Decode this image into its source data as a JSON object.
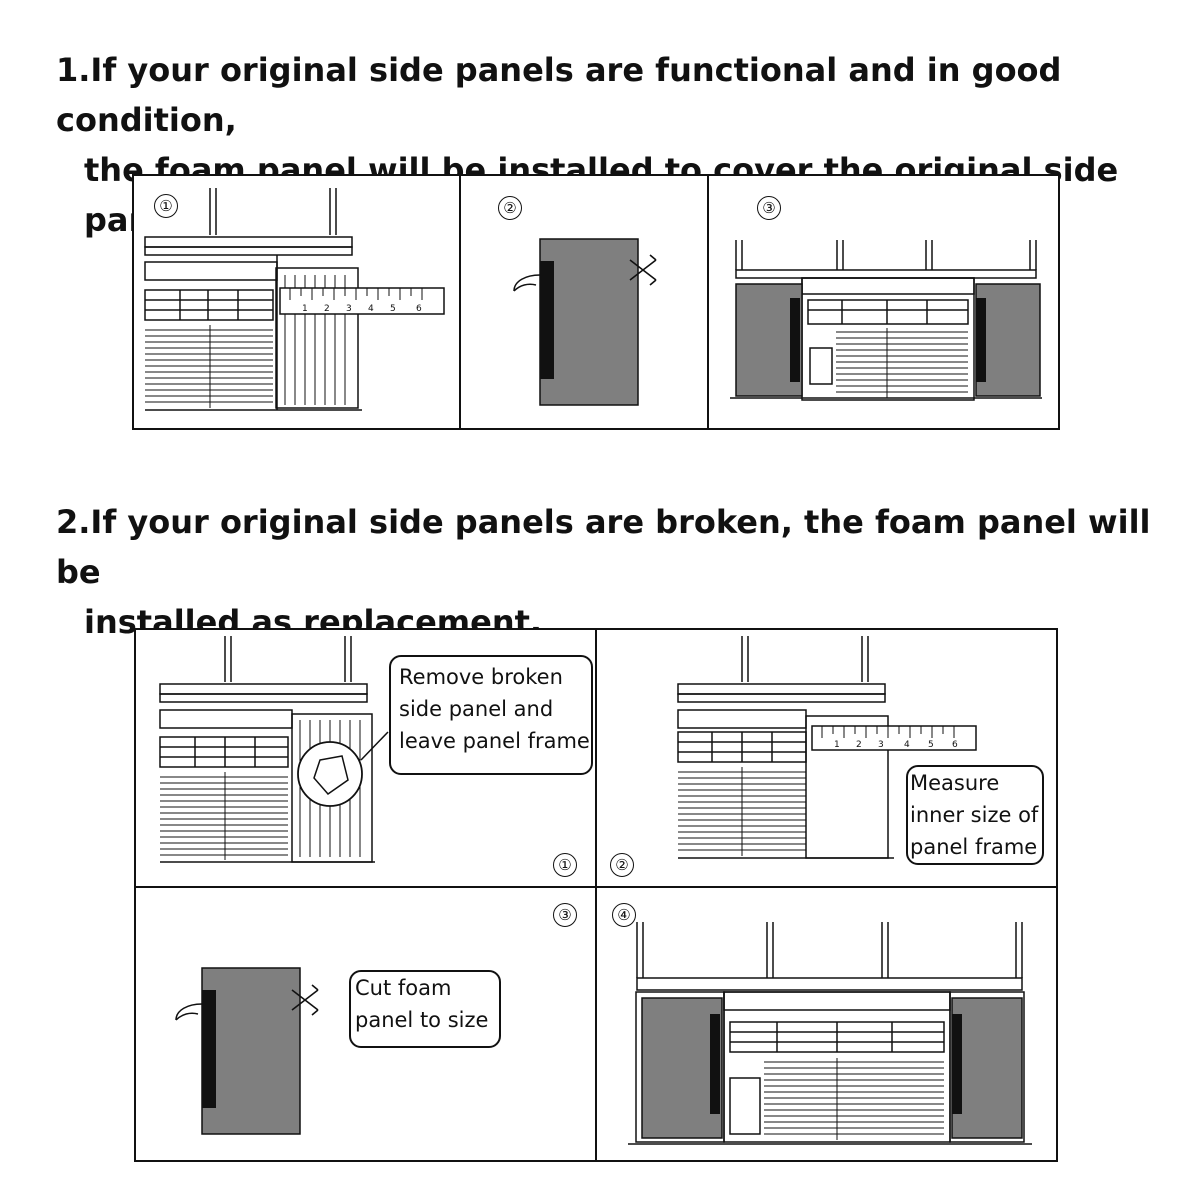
{
  "section1": {
    "heading_line1": "1.If your original side panels are functional and in good condition,",
    "heading_line2": "the foam panel will be installed to cover the original side panel.",
    "steps": [
      {
        "number": "①"
      },
      {
        "number": "②"
      },
      {
        "number": "③"
      }
    ]
  },
  "section2": {
    "heading_line1": "2.If your original side panels are broken, the foam panel will be",
    "heading_line2": "installed as replacement.",
    "steps": [
      {
        "number": "①",
        "caption": [
          "Remove broken",
          "side panel and",
          "leave panel frame"
        ]
      },
      {
        "number": "②",
        "caption": [
          "Measure",
          "inner size of",
          "panel frame"
        ]
      },
      {
        "number": "③",
        "caption": [
          "Cut foam",
          "panel to size"
        ]
      },
      {
        "number": "④"
      }
    ]
  },
  "ruler": {
    "marks": [
      "1",
      "2",
      "3",
      "4",
      "5",
      "6"
    ]
  },
  "colors": {
    "foam": "#7f7f7f",
    "strip": "#111111",
    "line": "#111111"
  }
}
